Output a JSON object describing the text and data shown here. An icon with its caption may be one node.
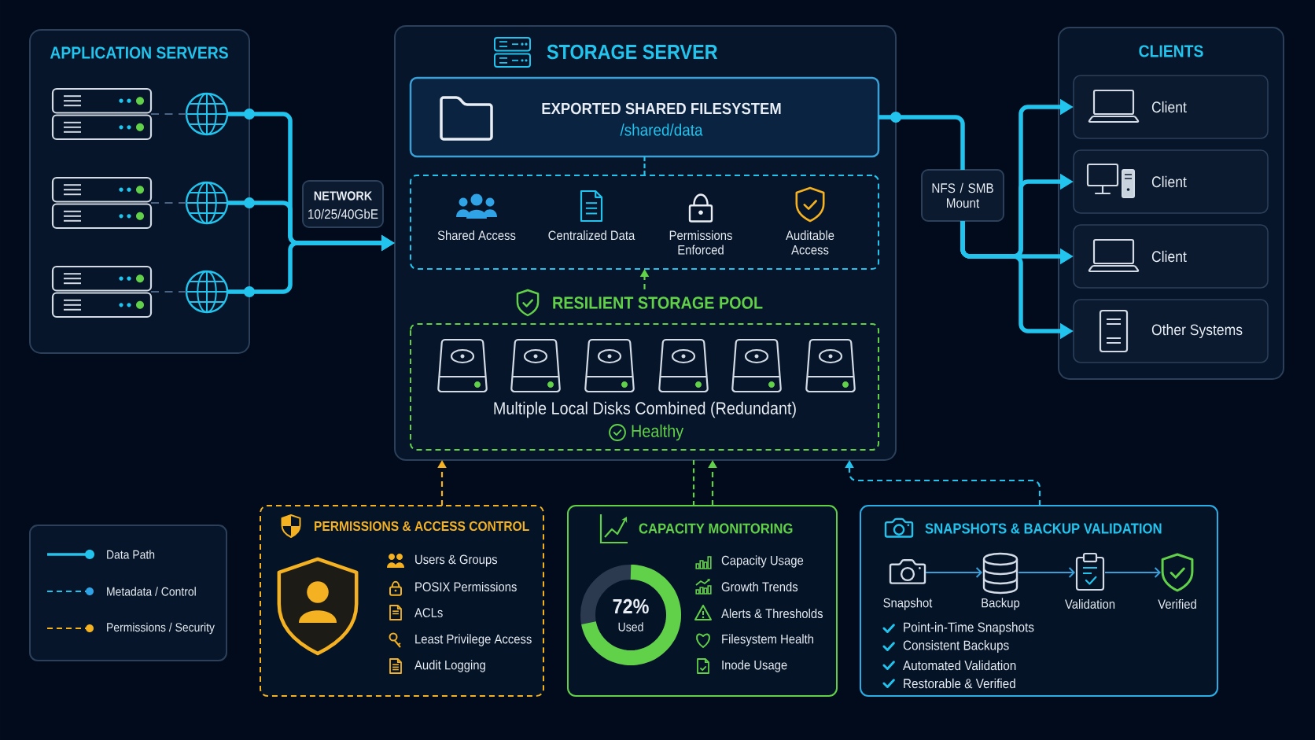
{
  "diagram": {
    "nodes": [
      {
        "text": [
          "APPLICATION SERVERS"
        ]
      },
      {
        "text": [],
        "shape": "picture",
        "in": 0
      },
      {
        "text": [],
        "shape": "picture",
        "in": 0
      },
      {
        "text": [],
        "shape": "picture",
        "in": 0
      },
      {
        "text": [],
        "shape": "picture",
        "in": 0
      },
      {
        "text": [],
        "shape": "picture",
        "in": 0
      },
      {
        "text": [],
        "shape": "picture",
        "in": 0
      },
      {
        "text": [
          "NETWORK",
          "10/25/40GbE"
        ]
      },
      {
        "text": [
          "STORAGE SERVER"
        ]
      },
      {
        "text": [
          "EXPORTED SHARED FILESYSTEM",
          "/shared/data"
        ],
        "in": 8
      },
      {
        "text": [
          "Shared Access",
          "Centralized Data",
          "Permissions Enforced",
          "Auditable Access"
        ],
        "in": 8
      },
      {
        "text": [
          "RESILIENT STORAGE POOL",
          "Multiple Local Disks Combined (Redundant)",
          "Healthy"
        ],
        "in": 8
      },
      {
        "text": [
          "NFS / SMB Mount"
        ]
      },
      {
        "text": [
          "CLIENTS"
        ]
      },
      {
        "text": [
          "Client"
        ],
        "in": 13
      },
      {
        "text": [
          "Client"
        ],
        "in": 13
      },
      {
        "text": [
          "Client"
        ],
        "in": 13
      },
      {
        "text": [
          "Other Systems"
        ],
        "in": 13
      },
      {
        "text": [
          "PERMISSIONS & ACCESS CONTROL",
          "Users & Groups",
          "POSIX Permissions",
          "ACLs",
          "Least Privilege Access",
          "Audit Logging"
        ]
      },
      {
        "text": [
          "CAPACITY MONITORING",
          "72%",
          "Used",
          "Capacity Usage",
          "Growth Trends",
          "Alerts & Thresholds",
          "Filesystem Health",
          "Inode Usage"
        ]
      },
      {
        "text": [
          "SNAPSHOTS & BACKUP VALIDATION",
          "Point-in-Time Snapshots",
          "Consistent Backups",
          "Automated Validation",
          "Restorable & Verified"
        ]
      },
      {
        "text": [
          "Snapshot"
        ],
        "in": 20
      },
      {
        "text": [
          "Backup"
        ],
        "in": 20
      },
      {
        "text": [
          "Validation"
        ],
        "in": 20
      },
      {
        "text": [
          "Verified"
        ],
        "in": 20
      }
    ],
    "edges": [
      {
        "from": 1,
        "to": 2,
        "arrow": "none",
        "style": "dashed",
        "color": "#4a6382"
      },
      {
        "from": 3,
        "to": 4,
        "arrow": "none",
        "style": "dashed",
        "color": "#4a6382"
      },
      {
        "from": 5,
        "to": 6,
        "arrow": "none",
        "style": "dashed",
        "color": "#4a6382"
      },
      {
        "from": 2,
        "to": 8,
        "arrow": "to",
        "style": "thick"
      },
      {
        "from": 4,
        "to": 8,
        "arrow": "to",
        "style": "thick"
      },
      {
        "from": 6,
        "to": 8,
        "arrow": "to",
        "style": "thick"
      },
      {
        "from": 9,
        "to": 10,
        "arrow": "none",
        "style": "dashed"
      },
      {
        "from": 11,
        "to": 10,
        "arrow": "to",
        "style": "dashed",
        "color": "#62d14a"
      },
      {
        "from": 9,
        "to": 12,
        "arrow": "none",
        "style": "thick"
      },
      {
        "from": 12,
        "to": 14,
        "arrow": "to",
        "style": "thick"
      },
      {
        "from": 12,
        "to": 15,
        "arrow": "to",
        "style": "thick"
      },
      {
        "from": 12,
        "to": 16,
        "arrow": "to",
        "style": "thick"
      },
      {
        "from": 12,
        "to": 17,
        "arrow": "to",
        "style": "thick"
      },
      {
        "from": 18,
        "to": 8,
        "arrow": "to",
        "style": "dashed",
        "color": "#f4b223"
      },
      {
        "from": 19,
        "to": 8,
        "arrow": "none",
        "style": "dashed",
        "color": "#62d14a"
      },
      {
        "from": 19,
        "to": 8,
        "arrow": "to",
        "style": "dashed",
        "color": "#62d14a"
      },
      {
        "from": 20,
        "to": 8,
        "arrow": "to",
        "style": "dashed"
      },
      {
        "from": 21,
        "to": 22,
        "arrow": "to",
        "color": "#3a9fd8"
      },
      {
        "from": 22,
        "to": 23,
        "arrow": "to",
        "color": "#3a9fd8"
      },
      {
        "from": 23,
        "to": 24,
        "arrow": "to",
        "color": "#3a9fd8"
      }
    ],
    "legend": [
      {
        "text": "Data Path"
      },
      {
        "text": "Metadata / Control"
      },
      {
        "text": "Permissions / Security"
      }
    ]
  }
}
